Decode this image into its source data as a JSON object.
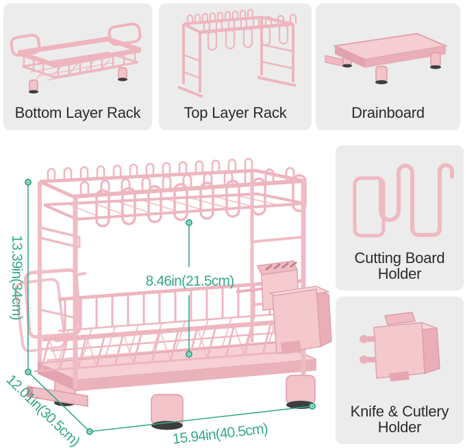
{
  "colors": {
    "panel_bg": "#ececec",
    "product_pink": "#f4c9ce",
    "product_pink_dark": "#e5a5af",
    "dimension_green": "#35a98a",
    "label_text": "#2a2a2a",
    "foot_rubber": "#3d3d3d"
  },
  "panels": {
    "bottom_layer_rack": {
      "label": "Bottom Layer Rack"
    },
    "top_layer_rack": {
      "label": "Top Layer Rack"
    },
    "drainboard": {
      "label": "Drainboard"
    },
    "cutting_board_holder": {
      "label": "Cutting Board Holder"
    },
    "knife_cutlery_holder": {
      "label": "Knife & Cutlery Holder"
    }
  },
  "dimensions": {
    "overall_height": "13.39in(34cm)",
    "tier_clearance": "8.46in(21.5cm)",
    "depth": "12.01in(30.5cm)",
    "width": "15.94in(40.5cm)"
  }
}
